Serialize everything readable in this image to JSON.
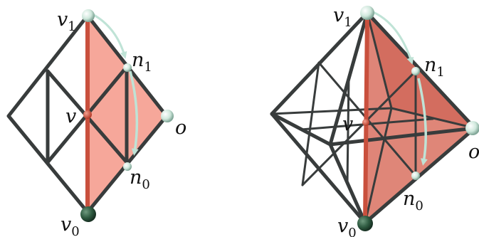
{
  "colors": {
    "edge": "#383c3c",
    "red_edge": "#c9503d",
    "face_left": "#f6a79a",
    "face_right": "#d97060",
    "node_light": "#cfe8dc",
    "node_dark": "#2e5a40",
    "node_red": "#d2533f",
    "arrow": "#bfe3d6"
  },
  "left_panel": {
    "labels": {
      "v1": "v",
      "v1_sub": "1",
      "n1": "n",
      "n1_sub": "1",
      "v": "v",
      "o": "o",
      "n0": "n",
      "n0_sub": "0",
      "v0": "v",
      "v0_sub": "0"
    }
  },
  "right_panel": {
    "labels": {
      "v1": "v",
      "v1_sub": "1",
      "n1": "n",
      "n1_sub": "1",
      "v": "v",
      "o": "o",
      "n0": "n",
      "n0_sub": "0",
      "v0": "v",
      "v0_sub": "0"
    }
  }
}
